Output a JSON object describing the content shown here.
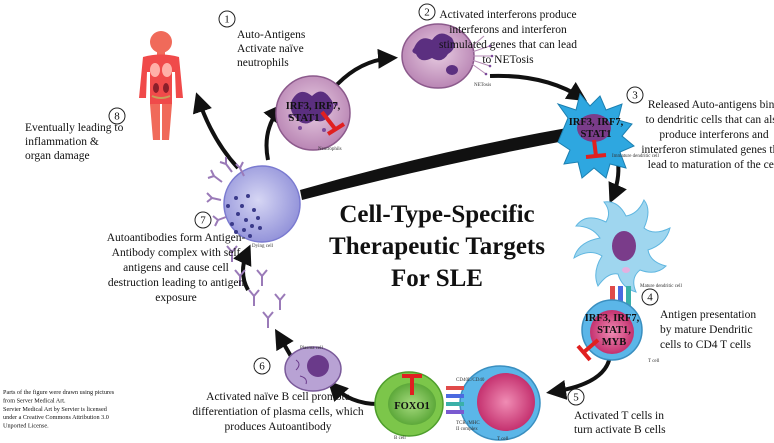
{
  "title_lines": [
    "Cell-Type-Specific",
    "Therapeutic Targets",
    "For SLE"
  ],
  "steps": [
    {
      "num": "1",
      "lines": [
        "Auto-Antigens",
        "Activate naïve",
        "neutrophils"
      ]
    },
    {
      "num": "2",
      "lines": [
        "Activated interferons produce",
        "interferons and interferon",
        "stimulated genes that can lead",
        "to NETosis"
      ]
    },
    {
      "num": "3",
      "lines": [
        "Released Auto-antigens bind",
        "to dendritic cells that can also",
        "produce interferons and",
        "interferon stimulated genes that",
        "lead to maturation of the cell"
      ]
    },
    {
      "num": "4",
      "lines": [
        "Antigen presentation",
        "by mature Dendritic",
        "cells to CD4 T cells"
      ]
    },
    {
      "num": "5",
      "lines": [
        "Activated T cells in",
        "turn activate B cells"
      ]
    },
    {
      "num": "6",
      "lines": [
        "Activated naïve B cell promote",
        "differentiation of plasma cells, which",
        "produces Autoantibody"
      ]
    },
    {
      "num": "7",
      "lines": [
        "Autoantibodies form Antigen-",
        "Antibody complex with self",
        "antigens and cause cell",
        "destruction leading to antigen",
        "exposure"
      ]
    },
    {
      "num": "8",
      "lines": [
        "Eventually leading to",
        "inflammation &",
        "organ damage"
      ]
    }
  ],
  "targets": {
    "neutrophil": [
      "IRF3, IRF7,",
      "STAT1"
    ],
    "dendritic": [
      "IRF3, IRF7,",
      "STAT1"
    ],
    "tcell": [
      "IRF3, IRF7,",
      "STAT1,",
      "MYB"
    ],
    "bcell": [
      "FOXO1"
    ]
  },
  "cell_labels": {
    "neutrophil": "Neutrophils",
    "netosis": "NETosis",
    "immature_dc": "Immature dendritic cell",
    "mature_dc": "Mature dendritic cell",
    "tcell": "T cell",
    "bcell": "B cell",
    "plasma": "Plasma cell",
    "dying": "Dying cell",
    "cd40": "CD40L/CD40",
    "tcr": "TCR /MHC",
    "tcr2": "II complex"
  },
  "credit_lines": [
    "Parts of the figure were drawn using pictures",
    "from Server Medical Art.",
    "Servier Medical Art by Servier is licensed",
    "under a Creative Commons Attribution 3.0",
    "Unported License."
  ],
  "colors": {
    "inhibitor": "#e02020",
    "neutrophil": "#cfa6c8",
    "nucleus": "#5b2f80",
    "dendritic": "#2ea7e0",
    "mature_dc": "#9fd6ef",
    "tcell": "#5bb6e8",
    "tcell_nucleus": "#d8407a",
    "bcell": "#7cc64a",
    "plasma": "#b8a2d4",
    "dying": "#b7b7ea",
    "body": "#f04a4a"
  }
}
